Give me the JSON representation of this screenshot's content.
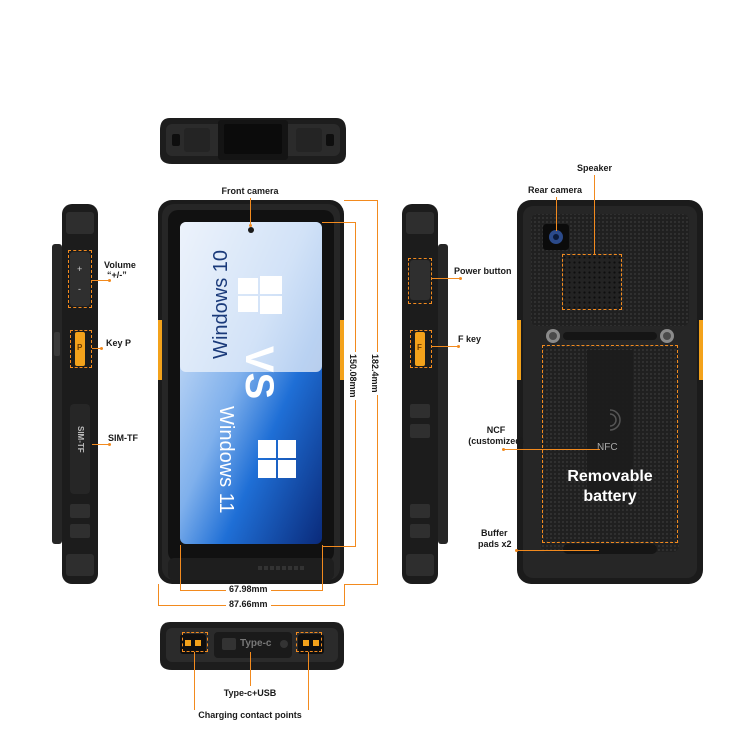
{
  "labels": {
    "front_camera": "Front camera",
    "speaker": "Speaker",
    "rear_camera": "Rear camera",
    "volume": "Volume",
    "volume_sub": "“+/-”",
    "power_button": "Power button",
    "key_p": "Key P",
    "f_key": "F key",
    "sim_tf": "SIM-TF",
    "ncf": "NCF",
    "ncf_sub": "(customized)",
    "removable_battery_1": "Removable",
    "removable_battery_2": "battery",
    "buffer_pads": "Buffer",
    "buffer_pads_sub": "pads x2",
    "type_c_usb": "Type-c+USB",
    "charging_contact_points": "Charging contact points"
  },
  "dimensions": {
    "screen_height": "150.08mm",
    "body_height": "182.4mm",
    "screen_width": "67.98mm",
    "body_width": "87.66mm"
  },
  "screen": {
    "windows10": "Windows 10",
    "vs": "VS",
    "windows11": "Windows 11"
  },
  "device_marks": {
    "nfc": "NFC",
    "type_c_port": "Type-c",
    "key_p_mark": "P",
    "key_f_mark": "F",
    "sim_tf_mark": "SIM-TF",
    "vol_plus": "+",
    "vol_minus": "-"
  },
  "colors": {
    "accent": "#f28a1e",
    "device_body": "#1b1b1b",
    "bumper": "#2a2a2a",
    "key_orange": "#f3a21b",
    "screen_blue": "#1f6fd6"
  }
}
